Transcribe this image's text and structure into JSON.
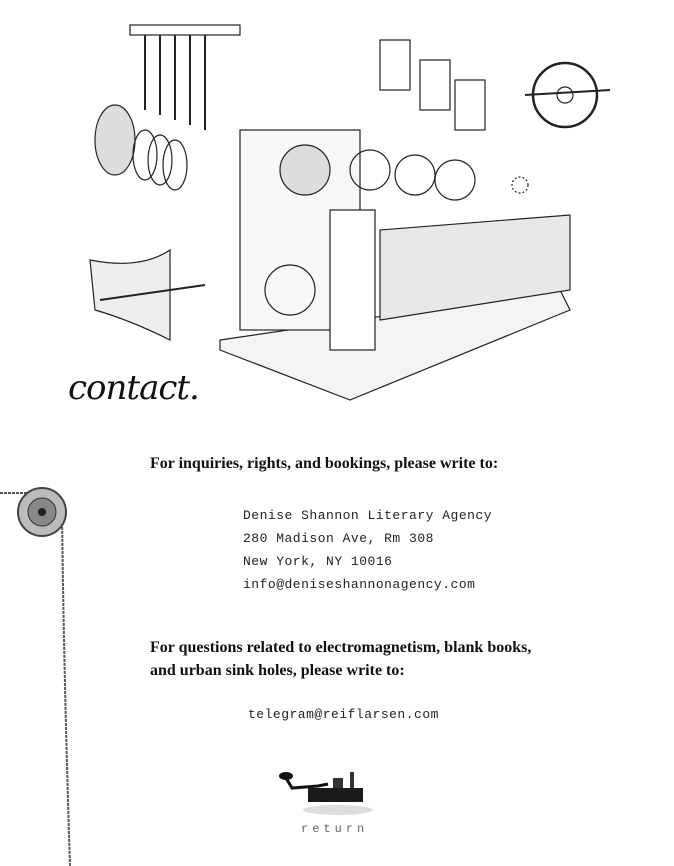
{
  "logo_text": "contact.",
  "inquiries": {
    "heading": "For inquiries, rights, and bookings, please write to:",
    "address": [
      "Denise Shannon Literary Agency",
      "280 Madison Ave, Rm 308",
      "New York, NY 10016",
      "info@deniseshannonagency.com"
    ]
  },
  "questions": {
    "heading_line1": "For questions related to electromagnetism, blank books,",
    "heading_line2": "and urban sink holes, please write to:",
    "email": "telegram@reiflarsen.com"
  },
  "return_label": "return"
}
